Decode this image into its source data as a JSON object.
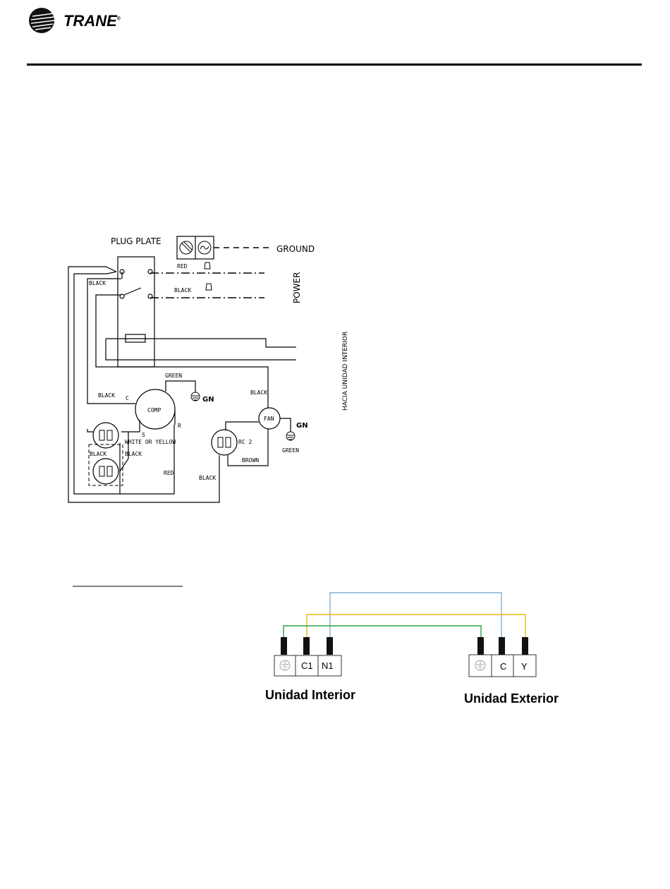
{
  "header": {
    "brand": "TRANE",
    "registered": "®"
  },
  "wiring": {
    "plug_plate": "PLUG PLATE",
    "ground": "GROUND",
    "power": "POWER",
    "hacia": "HACIA UNIDAD INTERIOR",
    "red": "RED",
    "black": "BLACK",
    "green": "GREEN",
    "brown": "BROWN",
    "white_or_yellow": "WHITE OR YELLOW",
    "comp": "COMP",
    "fan": "FAN",
    "gn": "GN",
    "rc2": "RC 2",
    "c": "C",
    "s": "S",
    "r": "R"
  },
  "connection": {
    "indoor": {
      "label": "Unidad Interior",
      "terminals": [
        "C1",
        "N1"
      ]
    },
    "outdoor": {
      "label": "Unidad Exterior",
      "terminals": [
        "C",
        "Y"
      ]
    },
    "colors": {
      "ground": "#2e9e45",
      "common": "#e8b818",
      "signal": "#7fb0d8"
    }
  }
}
